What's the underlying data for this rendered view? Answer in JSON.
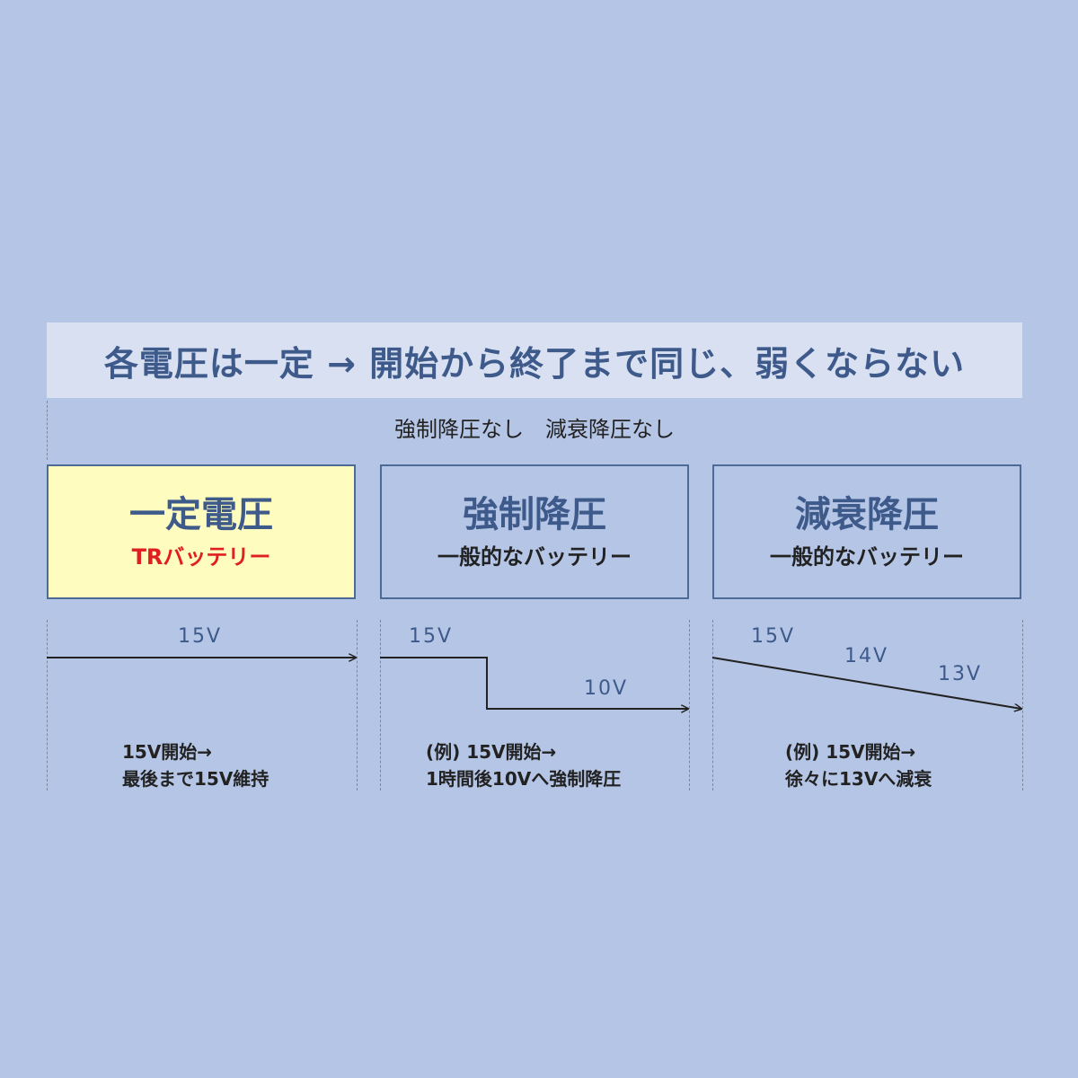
{
  "banner": {
    "text": "各電圧は一定 → 開始から終了まで同じ、弱くならない"
  },
  "subline": {
    "text": "強制降圧なし　減衰降圧なし"
  },
  "columns": [
    {
      "title": "一定電圧",
      "subtitle": "TRバッテリー",
      "voltages": [
        "15V"
      ],
      "desc": [
        "15V開始→",
        "最後まで15V維持"
      ]
    },
    {
      "title": "強制降圧",
      "subtitle": "一般的なバッテリー",
      "voltages": [
        "15V",
        "10V"
      ],
      "desc": [
        "(例) 15V開始→",
        "1時間後10Vへ強制降圧"
      ]
    },
    {
      "title": "減衰降圧",
      "subtitle": "一般的なバッテリー",
      "voltages": [
        "15V",
        "14V",
        "13V"
      ],
      "desc": [
        "(例) 15V開始→",
        "徐々に13Vへ減衰"
      ]
    }
  ],
  "colors": {
    "background": "#b5c5e6",
    "banner": "#d8e0f2",
    "accent_blue": "#3d5a8a",
    "highlight_fill": "#fefcbe",
    "highlight_text": "#e02020"
  }
}
